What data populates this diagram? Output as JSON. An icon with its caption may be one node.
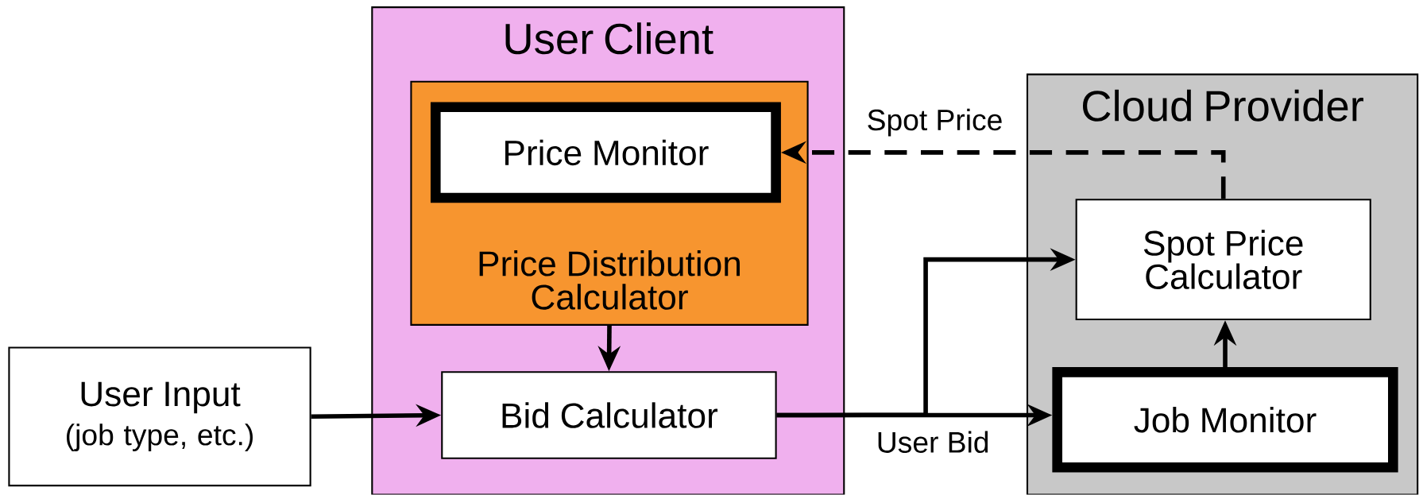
{
  "diagram": {
    "nodes": [
      {
        "text": [
          "User Client"
        ]
      },
      {
        "text": [
          "Price Distribution Calculator"
        ],
        "in": 0
      },
      {
        "text": [
          "Price Monitor"
        ],
        "in": 1
      },
      {
        "text": [
          "Bid Calculator"
        ],
        "in": 0
      },
      {
        "text": [
          "User Input",
          "(job type, etc.)"
        ]
      },
      {
        "text": [
          "Cloud Provider"
        ]
      },
      {
        "text": [
          "Spot Price Calculator"
        ],
        "in": 5
      },
      {
        "text": [
          "Job Monitor"
        ],
        "in": 5
      }
    ],
    "edges": [
      {
        "from": 6,
        "to": 2,
        "arrow": "to",
        "label": "Spot Price",
        "style": "dashed"
      },
      {
        "from": 1,
        "to": 3,
        "arrow": "to"
      },
      {
        "from": 4,
        "to": 3,
        "arrow": "to"
      },
      {
        "from": 3,
        "to": 7,
        "arrow": "to",
        "label": "User Bid"
      },
      {
        "from": 3,
        "to": 6,
        "arrow": "to"
      },
      {
        "from": 7,
        "to": 6,
        "arrow": "to"
      }
    ]
  }
}
